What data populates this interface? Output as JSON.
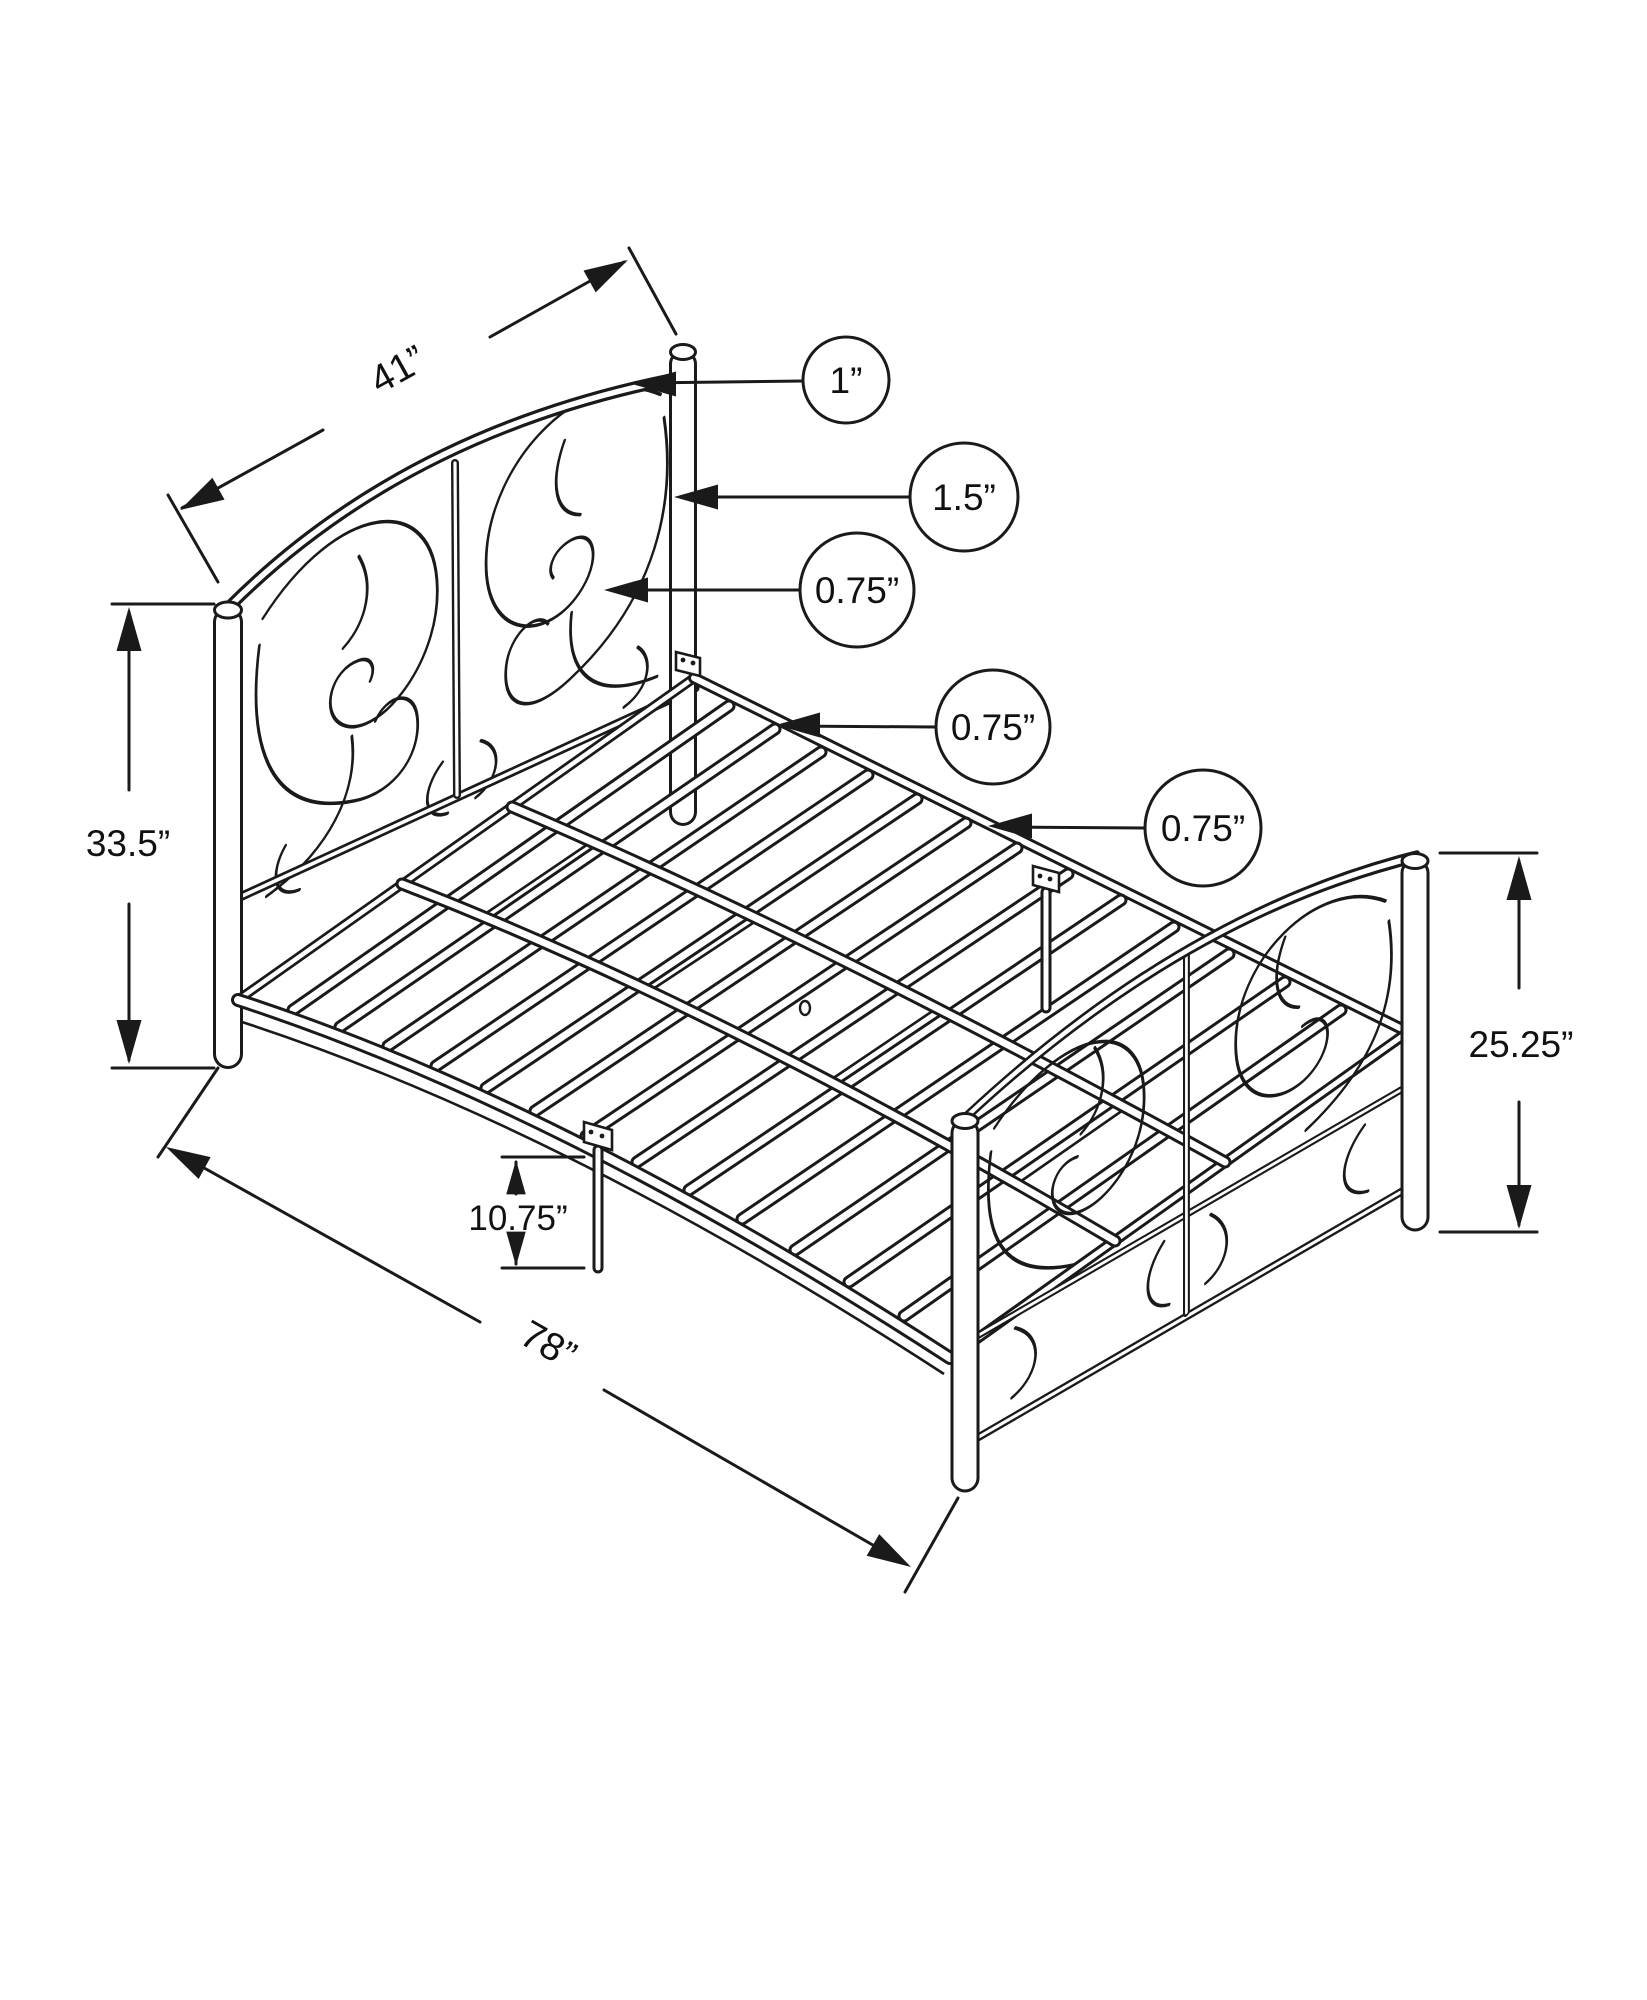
{
  "figure": {
    "kind": "product-dimension-line-drawing",
    "product": "metal platform bed frame with scrollwork headboard and footboard",
    "units": "inches",
    "background_color": "#ffffff",
    "line_color": "#1a1a1a"
  },
  "dims": {
    "headboard_width": "41”",
    "headboard_height": "33.5”",
    "bed_length": "78”",
    "footboard_height": "25.25”",
    "under_bed_clearance": "10.75”",
    "callout_top_rail": "1”",
    "callout_post": "1.5”",
    "callout_scroll": "0.75”",
    "callout_side_rail": "0.75”",
    "callout_slat": "0.75”"
  }
}
